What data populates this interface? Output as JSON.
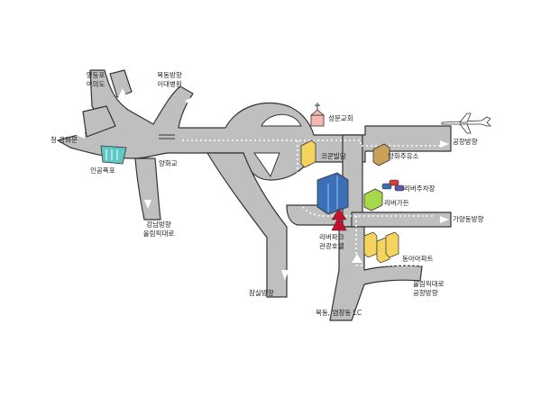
{
  "labels": {
    "yeongdeungpo": [
      "영등포",
      "여의도"
    ],
    "mokdong": [
      "목동방향",
      "이대병원"
    ],
    "church": "성문교회",
    "cheongwamun": "청 광화문",
    "yanghwagyo": "양화교",
    "waterfall": "인공폭포",
    "airport": "공항방향",
    "gas_station": "양화주유소",
    "corner_building": "코쿤빌딩",
    "parking": "리버주차장",
    "garden": "리버가든",
    "gayang": "가양동방향",
    "gangnam": [
      "강남방향",
      "올림픽대로"
    ],
    "hotel": [
      "리버파크",
      "관광호텔"
    ],
    "dong_a": "동아아파트",
    "olympic_airport": [
      "올림픽대로",
      "공항방향"
    ],
    "jamsil": "잠실방향",
    "mokdong_lc": "목동, 염창동 LC"
  },
  "icons": {
    "airplane": "airplane-icon",
    "church": "church-icon",
    "hotel": "hotel-building-icon",
    "waterfall": "waterfall-icon"
  },
  "colors": {
    "road": "#bfbfbf",
    "outline": "#333333",
    "marker_arrow": "#c8102e",
    "building_yellow": "#f4d35e",
    "building_green": "#a6d84a",
    "hotel_blue": "#3b6fb6"
  }
}
